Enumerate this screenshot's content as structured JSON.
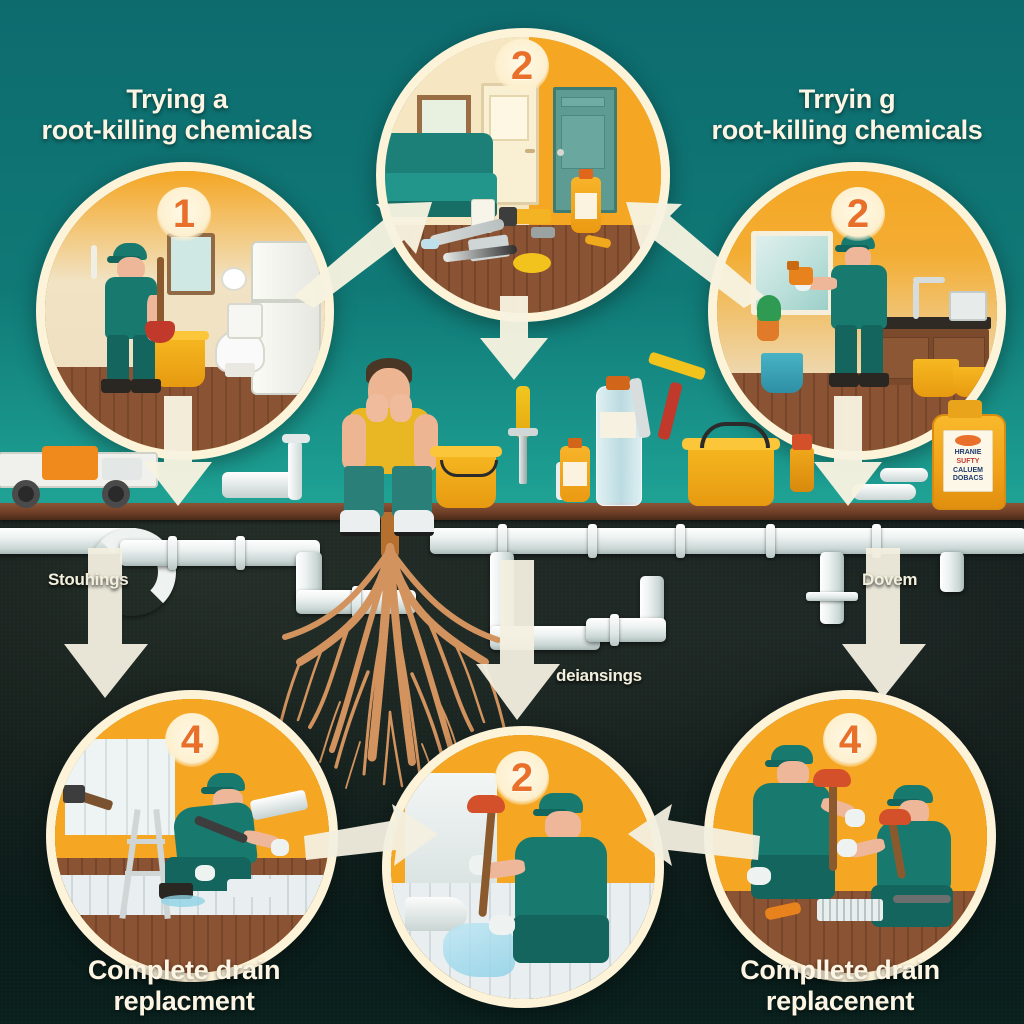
{
  "meta": {
    "title": "Drain root problem infographic",
    "bg_teal": "#107976",
    "soil_dark": "#0a1312",
    "circle_ring": "#fdf3d8",
    "badge_orange": "#e8702a",
    "panel_orange": "#f5a623",
    "uniform_teal": "#18796f"
  },
  "labels": {
    "top_left": "Trying a\nroot-killing chemicals",
    "top_right": "Trryin g\nroot-killing chemicals",
    "bottom_left": "Complete drain replacment",
    "bottom_right": "Compllete drain replacenent",
    "mid_left": "Stouhings",
    "mid_center": "deiansings",
    "mid_right": "Dovem"
  },
  "steps": [
    {
      "id": "step-1-toilet-plunger",
      "badge": "1",
      "caption": "Trying a root-killing chemicals",
      "position": "top-left"
    },
    {
      "id": "step-2-tools-room",
      "badge": "2",
      "caption": "",
      "position": "top-center"
    },
    {
      "id": "step-2-kitchen-sink",
      "badge": "2",
      "caption": "Trryin g root-killing chemicals",
      "position": "top-right"
    },
    {
      "id": "step-4-pipe-dig",
      "badge": "4",
      "caption": "Complete drain replacment",
      "position": "bottom-left"
    },
    {
      "id": "step-2-floor-plunger",
      "badge": "2",
      "caption": "",
      "position": "bottom-center"
    },
    {
      "id": "step-4-two-plumbers",
      "badge": "4",
      "caption": "Compllete drain replacenent",
      "position": "bottom-right"
    }
  ],
  "bottle": {
    "line1": "HRANIE",
    "line2": "SUFTY",
    "line3": "CALUEM",
    "line4": "DOBACS"
  }
}
